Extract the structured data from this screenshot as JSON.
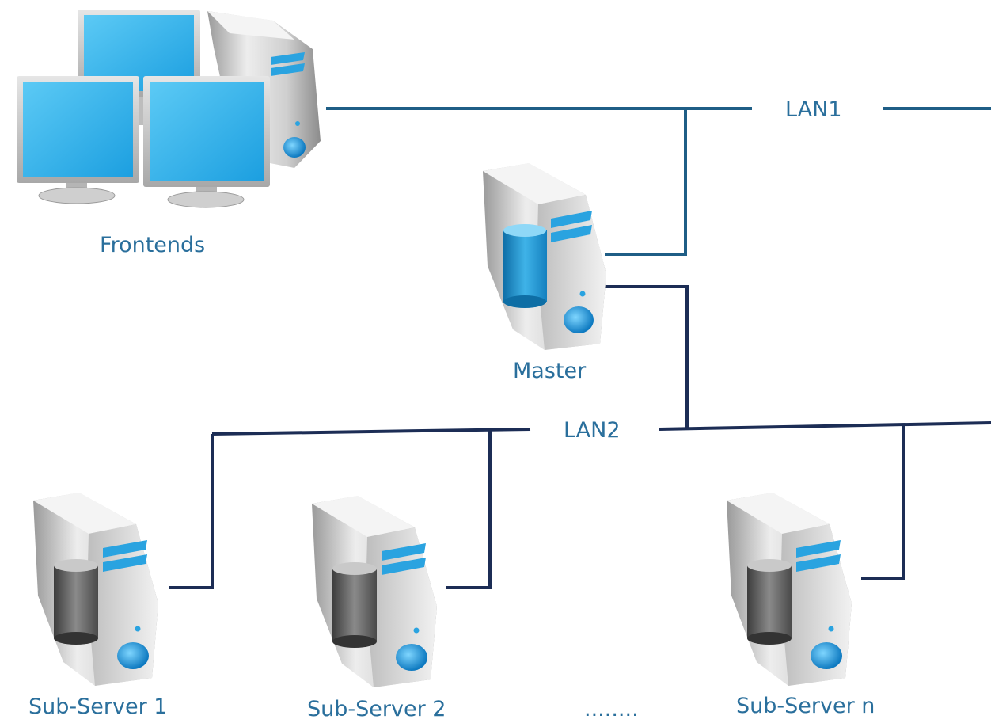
{
  "nodes": {
    "frontends": "Frontends",
    "master": "Master",
    "sub_server_1": "Sub-Server 1",
    "sub_server_2": "Sub-Server 2",
    "ellipsis": "........",
    "sub_server_n": "Sub-Server n"
  },
  "networks": {
    "lan1": "LAN1",
    "lan2": "LAN2"
  },
  "colors": {
    "lan1_line": "#1f5e86",
    "lan2_line": "#1c2d55",
    "label_text": "#2a6f9c",
    "server_body": "#d9d9d9",
    "screen_blue": "#35b6ec",
    "accent_blue": "#2aa3e0"
  }
}
